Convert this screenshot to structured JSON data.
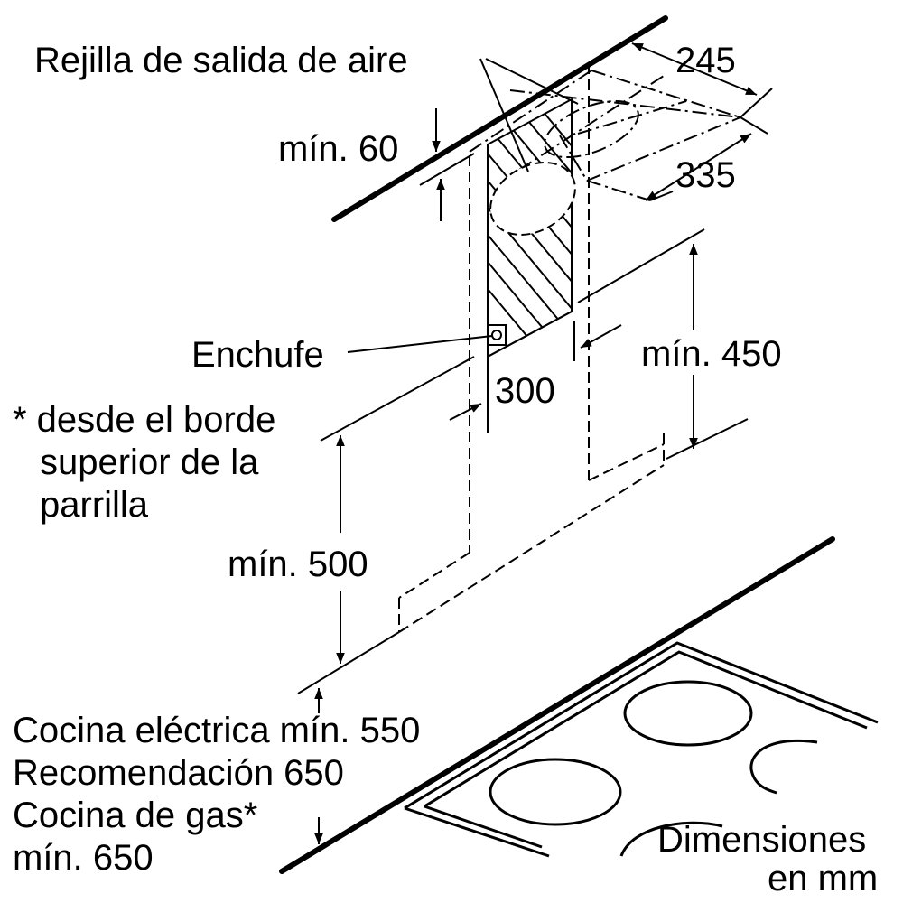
{
  "labels": {
    "air_outlet_grille": "Rejilla de salida de aire",
    "plug": "Enchufe",
    "note_line1": "* desde el borde",
    "note_line2": "superior de la",
    "note_line3": "parrilla",
    "electric_min": "Cocina eléctrica mín. 550",
    "recommendation": "Recomendación 650",
    "gas_line1": "Cocina de gas*",
    "gas_line2": "mín. 650",
    "dimensions_line1": "Dimensiones",
    "dimensions_line2": "en mm"
  },
  "dimensions": {
    "depth_245": "245",
    "width_335": "335",
    "ceiling_gap": "mín. 60",
    "outlet_height": "mín. 450",
    "chimney_width": "300",
    "hood_height": "mín. 500"
  }
}
